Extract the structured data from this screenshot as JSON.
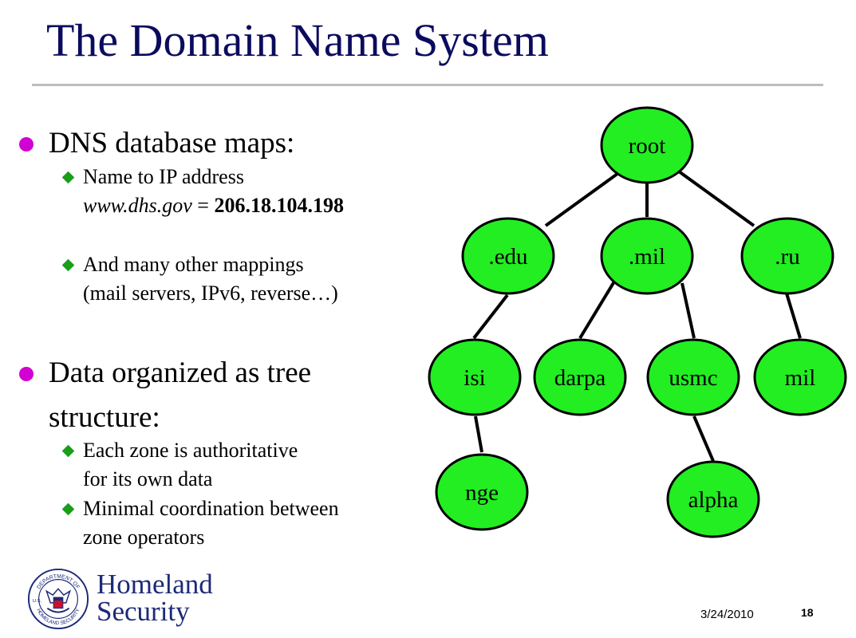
{
  "slide": {
    "title": "The Domain Name System",
    "bullet1": {
      "text": "DNS database maps:",
      "sub1_line1": "Name to IP address",
      "sub1_host": "www.dhs.gov",
      "sub1_eq": " = ",
      "sub1_ip": "206.18.104.198",
      "sub2_line1": "And many other mappings",
      "sub2_line2": "(mail servers, IPv6, reverse…)"
    },
    "bullet2": {
      "line1": "Data organized as tree",
      "line2": "structure:",
      "sub1_line1": "Each zone is authoritative",
      "sub1_line2": "for its own data",
      "sub2_line1": "Minimal coordination between",
      "sub2_line2": "zone operators"
    }
  },
  "tree": {
    "node_color": "#22ee22",
    "nodes": {
      "root": "root",
      "edu": ".edu",
      "mil": ".mil",
      "ru": ".ru",
      "isi": "isi",
      "darpa": "darpa",
      "usmc": "usmc",
      "ru_mil": "mil",
      "nge": "nge",
      "alpha": "alpha"
    }
  },
  "footer": {
    "logo_text_top": "DEPARTMENT OF",
    "logo_text_left": "U.S.",
    "logo_text_bottom": "HOMELAND SECURITY",
    "dept_line1": "Homeland",
    "dept_line2": "Security",
    "date": "3/24/2010",
    "page": "18"
  },
  "colors": {
    "title": "#0b0b5e",
    "bullet_l1": "#d200d2",
    "bullet_l2": "#1a9e1a",
    "rule": "#bdbdbd",
    "dept_text": "#1d2a78"
  }
}
